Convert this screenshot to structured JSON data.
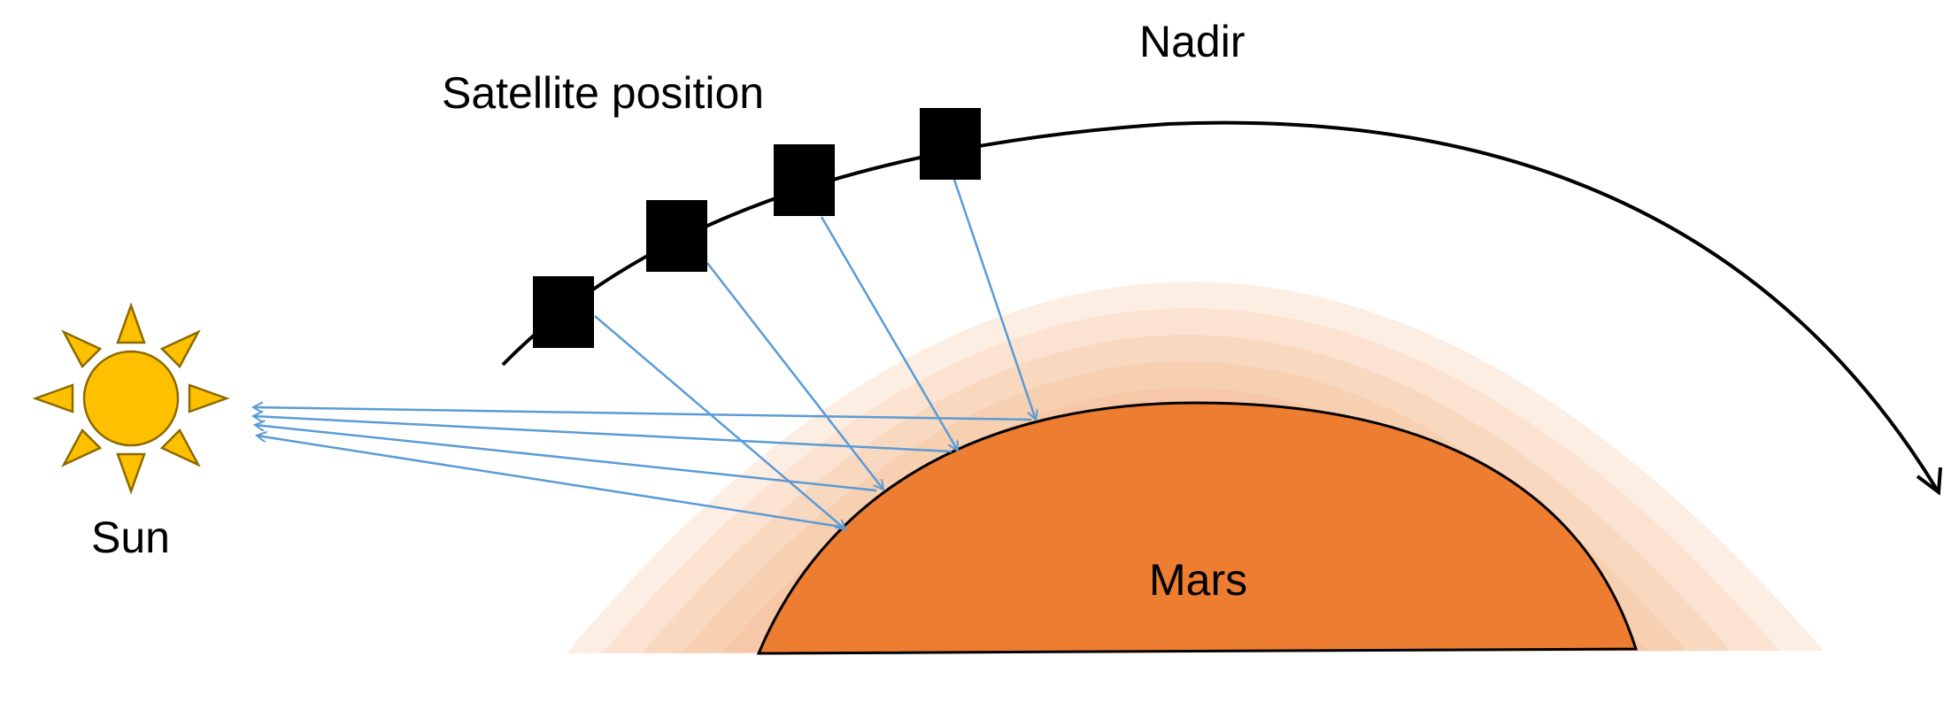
{
  "labels": {
    "nadir": "Nadir",
    "satellite_position": "Satellite position",
    "sun": "Sun",
    "mars": "Mars"
  },
  "colors": {
    "mars_fill": "#ED7D31",
    "atmosphere_fill": "#ED7D31",
    "ray_color": "#5B9BD5",
    "sun_fill": "#FFC000",
    "sun_stroke": "#8B6A00",
    "orbit_stroke": "#000000",
    "satellite_fill": "#000000"
  },
  "icons": {
    "sun": "sun-icon",
    "satellite": "satellite-square-icon"
  },
  "satellite_count": 4
}
